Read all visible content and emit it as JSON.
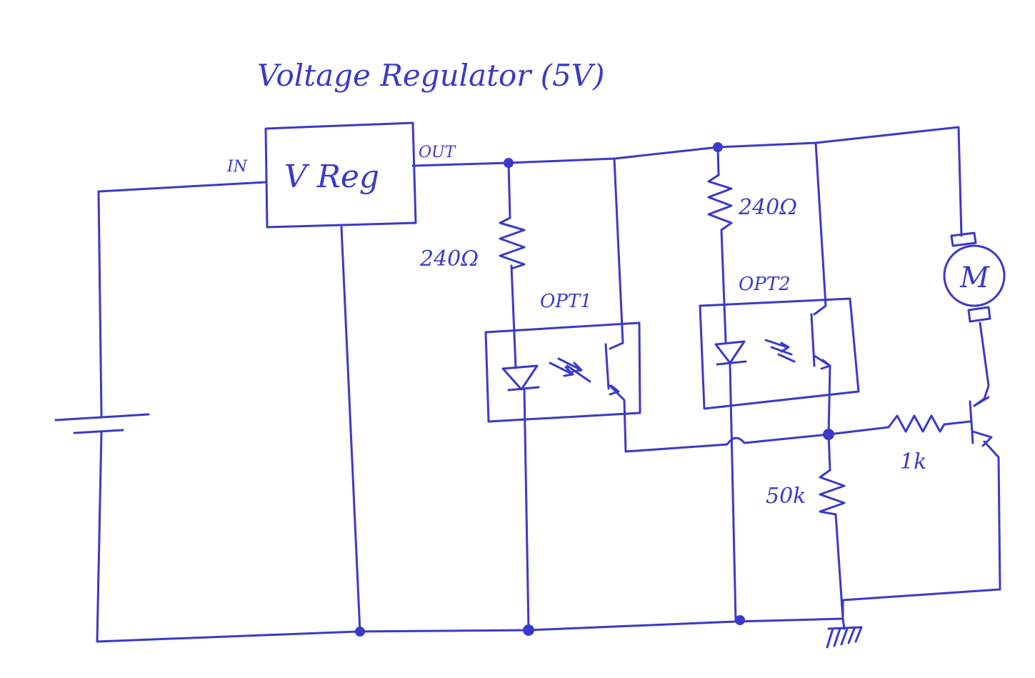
{
  "title": "Voltage Regulator (5V)",
  "regulator": {
    "label": "V Reg",
    "in_label": "IN",
    "out_label": "OUT"
  },
  "resistors": {
    "r1": "240Ω",
    "r2": "240Ω",
    "r_base": "1k",
    "r_pulldown": "50k"
  },
  "optocouplers": {
    "opt1": "OPT1",
    "opt2": "OPT2"
  },
  "motor": {
    "label": "M"
  },
  "colors": {
    "ink": "#3a3ac8",
    "background": "#ffffff"
  }
}
